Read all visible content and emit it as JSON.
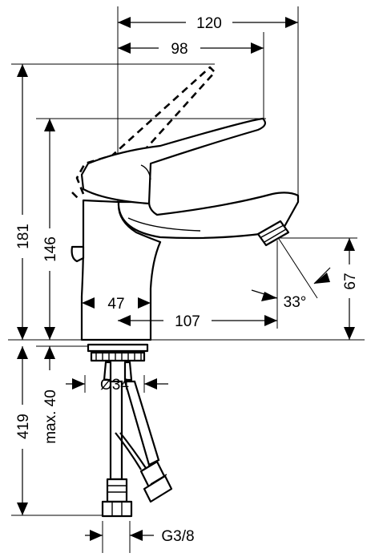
{
  "dimensions": {
    "width_overall": "120",
    "width_lever": "98",
    "height_total": "181",
    "height_spout": "146",
    "height_outlet": "67",
    "outlet_angle": "33°",
    "body_width": "47",
    "spout_reach": "107",
    "hose_length": "419",
    "max_thickness": "max. 40",
    "mount_diameter": "Ø34",
    "connection_thread": "G3/8"
  }
}
